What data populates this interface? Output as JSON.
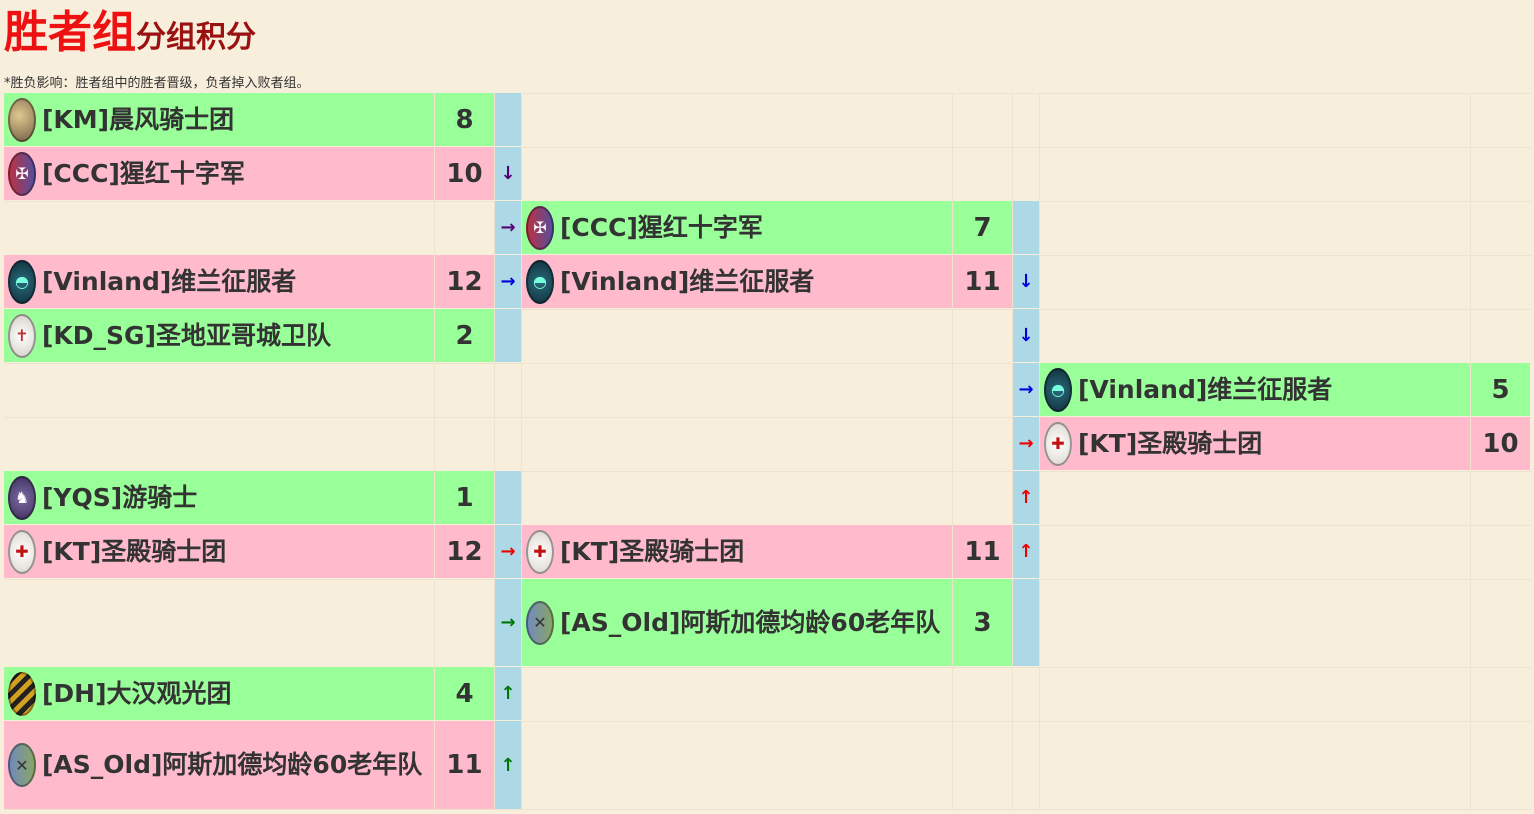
{
  "header": {
    "title_main": "胜者组",
    "title_sub": "分组积分",
    "note": "*胜负影响：胜者组中的胜者晋级，负者掉入败者组。"
  },
  "colors": {
    "win": "#99ff99",
    "lose": "#ffbbcc",
    "connector": "#add8e6",
    "background": "#f8eedc"
  },
  "round1": [
    {
      "team": "[KM]晨风骑士团",
      "score": "8",
      "result": "win",
      "icon": "km-shield-icon"
    },
    {
      "team": "[CCC]猩红十字军",
      "score": "10",
      "result": "lose",
      "icon": "eagle-shield-icon"
    },
    {
      "team": "[Vinland]维兰征服者",
      "score": "12",
      "result": "lose",
      "icon": "helmet-shield-icon"
    },
    {
      "team": "[KD_SG]圣地亚哥城卫队",
      "score": "2",
      "result": "win",
      "icon": "santiago-cross-shield-icon"
    },
    {
      "team": "[YQS]游骑士",
      "score": "1",
      "result": "win",
      "icon": "horse-shield-icon"
    },
    {
      "team": "[KT]圣殿骑士团",
      "score": "12",
      "result": "lose",
      "icon": "templar-cross-shield-icon"
    },
    {
      "team": "[DH]大汉观光团",
      "score": "4",
      "result": "win",
      "icon": "striped-shield-icon"
    },
    {
      "team": "[AS_Old]阿斯加德均龄60老年队",
      "score": "11",
      "result": "lose",
      "icon": "crossbow-shield-icon"
    }
  ],
  "round2": [
    {
      "team": "[CCC]猩红十字军",
      "score": "7",
      "result": "win",
      "icon": "eagle-shield-icon"
    },
    {
      "team": "[Vinland]维兰征服者",
      "score": "11",
      "result": "lose",
      "icon": "helmet-shield-icon"
    },
    {
      "team": "[KT]圣殿骑士团",
      "score": "11",
      "result": "lose",
      "icon": "templar-cross-shield-icon"
    },
    {
      "team": "[AS_Old]阿斯加德均龄60老年队",
      "score": "3",
      "result": "win",
      "icon": "crossbow-shield-icon"
    }
  ],
  "round3": [
    {
      "team": "[Vinland]维兰征服者",
      "score": "5",
      "result": "win",
      "icon": "helmet-shield-icon"
    },
    {
      "team": "[KT]圣殿骑士团",
      "score": "10",
      "result": "lose",
      "icon": "templar-cross-shield-icon"
    }
  ],
  "arrows": {
    "down": "↓",
    "right": "→",
    "up": "↑"
  }
}
